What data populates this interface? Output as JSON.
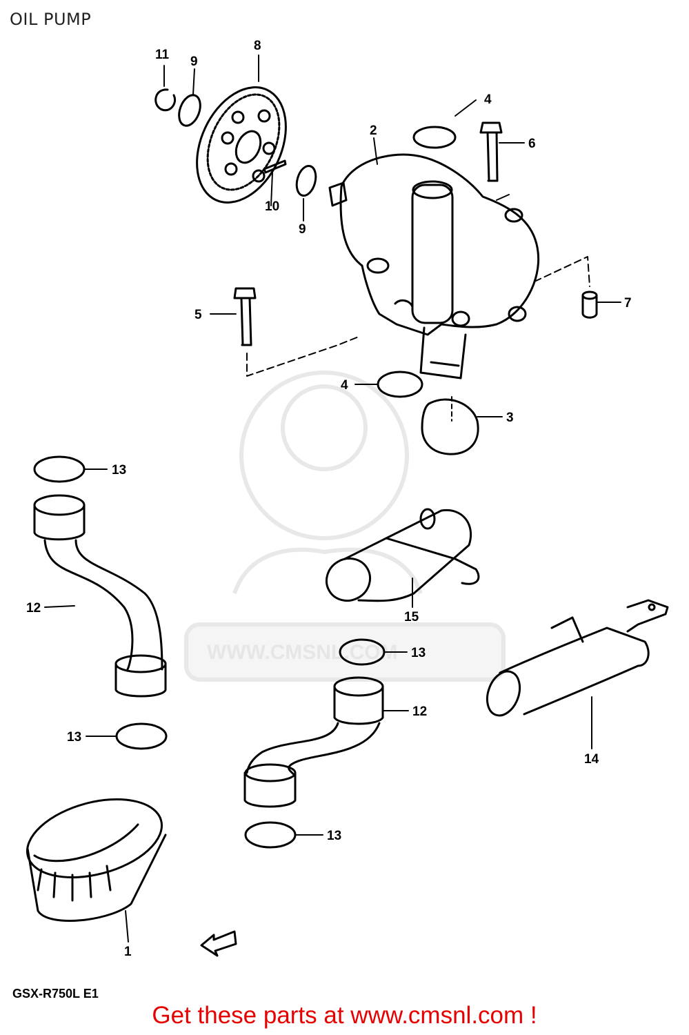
{
  "title": "OIL PUMP",
  "callouts": {
    "c11": "11",
    "c9a": "9",
    "c8": "8",
    "c4a": "4",
    "c2": "2",
    "c6": "6",
    "c10": "10",
    "c9b": "9",
    "c7": "7",
    "c5": "5",
    "c4b": "4",
    "c3": "3",
    "c13a": "13",
    "c12a": "12",
    "c15": "15",
    "c13b": "13",
    "c12b": "12",
    "c14": "14",
    "c13c": "13",
    "c13d": "13",
    "c1": "1"
  },
  "model_code": "GSX-R750L E1",
  "watermark": "WWW.CMSNL.COM",
  "footer": "Get these parts at www.cmsnl.com !",
  "colors": {
    "footer": "#e60000",
    "line": "#000000",
    "watermark": "#e6e6e6"
  }
}
